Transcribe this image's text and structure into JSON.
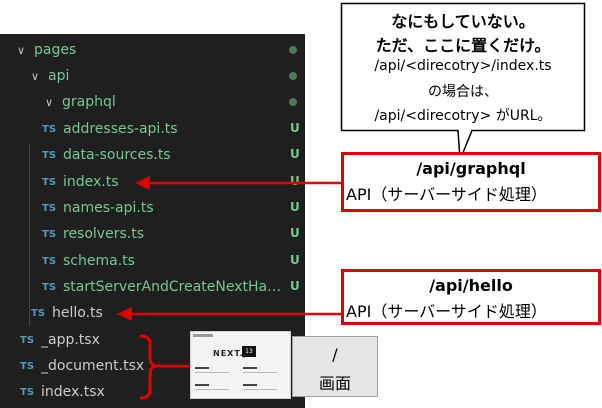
{
  "explorer": {
    "items": [
      {
        "label": "pages",
        "kind": "folder",
        "status": "dot"
      },
      {
        "label": "api",
        "kind": "folder",
        "status": "dot"
      },
      {
        "label": "graphql",
        "kind": "folder",
        "status": "dot"
      },
      {
        "label": "addresses-api.ts",
        "kind": "ts",
        "status": "U"
      },
      {
        "label": "data-sources.ts",
        "kind": "ts",
        "status": "U"
      },
      {
        "label": "index.ts",
        "kind": "ts",
        "status": "U"
      },
      {
        "label": "names-api.ts",
        "kind": "ts",
        "status": "U"
      },
      {
        "label": "resolvers.ts",
        "kind": "ts",
        "status": "U"
      },
      {
        "label": "schema.ts",
        "kind": "ts",
        "status": "U"
      },
      {
        "label": "startServerAndCreateNextHan...",
        "kind": "ts",
        "status": "U"
      },
      {
        "label": "hello.ts",
        "kind": "ts",
        "status": ""
      },
      {
        "label": "_app.tsx",
        "kind": "ts",
        "status": ""
      },
      {
        "label": "_document.tsx",
        "kind": "ts",
        "status": ""
      },
      {
        "label": "index.tsx",
        "kind": "ts",
        "status": ""
      }
    ],
    "ts_badge": "TS",
    "chevron": "∨"
  },
  "balloon": {
    "line1": "なにもしていない。",
    "line2": "ただ、ここに置くだけ。",
    "line3": "/api/<direcotry>/index.ts",
    "line4": "の場合は、",
    "line5": "/api/<direcotry> がURL。"
  },
  "graphql_box": {
    "title": "/api/graphql",
    "subtitle": "API（サーバーサイド処理）"
  },
  "hello_box": {
    "title": "/api/hello",
    "subtitle": "API（サーバーサイド処理）"
  },
  "page_box": {
    "title": "/",
    "subtitle": "画面"
  },
  "thumbnail": {
    "logo": "NEXT.js",
    "version": "13"
  },
  "colors": {
    "accent_red": "#e00000",
    "untracked_green": "#73c991",
    "ts_blue": "#519aba"
  }
}
